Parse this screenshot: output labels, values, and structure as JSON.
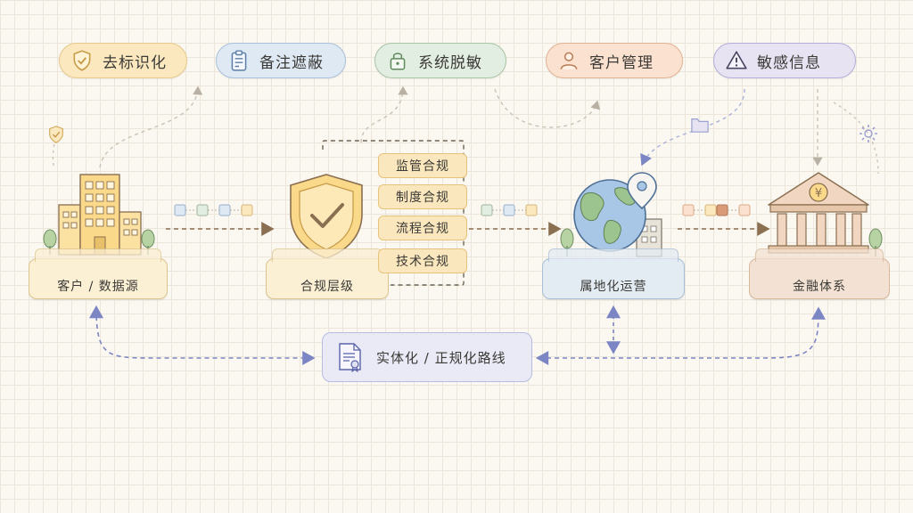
{
  "pills": [
    {
      "label": "去标识化",
      "icon": "shield-check-icon"
    },
    {
      "label": "备注遮蔽",
      "icon": "clipboard-icon"
    },
    {
      "label": "系统脱敏",
      "icon": "lock-icon"
    },
    {
      "label": "客户管理",
      "icon": "user-icon"
    },
    {
      "label": "敏感信息",
      "icon": "warning-icon"
    }
  ],
  "nodes": [
    {
      "label": "客户 / 数据源",
      "icon": "building-icon"
    },
    {
      "label": "合规层级",
      "icon": "shield-check-icon"
    },
    {
      "label": "属地化运营",
      "icon": "globe-pin-icon"
    },
    {
      "label": "金融体系",
      "icon": "bank-icon"
    }
  ],
  "compliance_tags": [
    "监管合规",
    "制度合规",
    "流程合规",
    "技术合规"
  ],
  "route": {
    "label": "实体化 / 正规化路线",
    "icon": "certificate-icon"
  },
  "bank_symbol": "¥",
  "colors": {
    "yellow": "#fbe8bf",
    "blue": "#dfe9f4",
    "green": "#e3eee2",
    "peach": "#fbe1cf",
    "purple": "#e7e3f3",
    "route": "#e9eaf6",
    "arrow": "#8a6f50",
    "dash": "#7d86c4"
  }
}
